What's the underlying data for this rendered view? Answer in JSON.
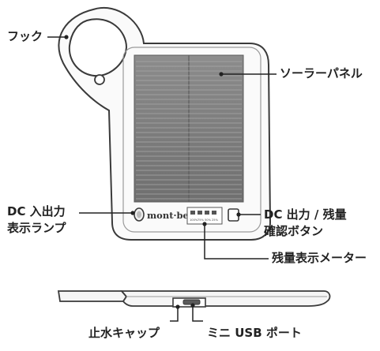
{
  "labels": {
    "hook": "フック",
    "solar_panel": "ソーラーパネル",
    "dc_lamp_line1": "DC 入出力",
    "dc_lamp_line2": "表示ランプ",
    "dc_button_line1": "DC 出力 / 残量",
    "dc_button_line2": "確認ボタン",
    "meter": "残量表示メーター",
    "cap": "止水キャップ",
    "usb_port": "ミニ USB ポート"
  },
  "brand": "mont·bell",
  "meter_marks": [
    "100%",
    "75%",
    "50%",
    "25%"
  ],
  "colors": {
    "outline": "#3a3a3a",
    "panel_dark": "#7d7d7d",
    "panel_light": "#a9a9a9",
    "label_text": "#222222"
  }
}
